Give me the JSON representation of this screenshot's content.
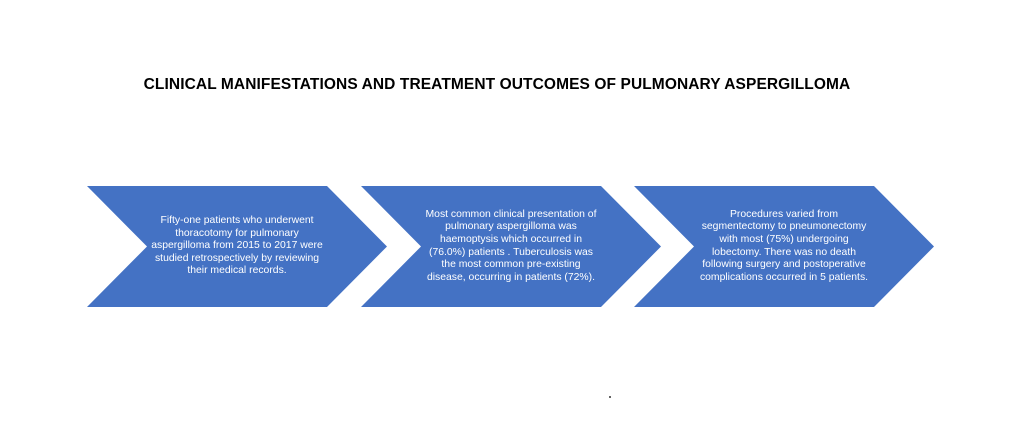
{
  "title": "CLINICAL MANIFESTATIONS AND TREATMENT  OUTCOMES OF PULMONARY ASPERGILLOMA",
  "steps": [
    {
      "text": "Fifty-one patients who underwent thoracotomy for pulmonary aspergilloma from 2015 to 2017 were studied retrospectively by reviewing their medical records."
    },
    {
      "text": "Most common clinical presentation of pulmonary aspergilloma was haemoptysis which occurred in (76.0%) patients . Tuberculosis was the most common pre-existing disease, occurring in patients (72%)."
    },
    {
      "text": "Procedures varied from segmentectomy  to pneumonectomy  with most (75%) undergoing lobectomy. There was no death following surgery and postoperative complications occurred in 5 patients."
    }
  ],
  "colors": {
    "chevron_fill": "#4472c4",
    "chevron_text": "#ffffff",
    "title_text": "#000000"
  },
  "icons": [
    "chevron-arrow-shape"
  ]
}
